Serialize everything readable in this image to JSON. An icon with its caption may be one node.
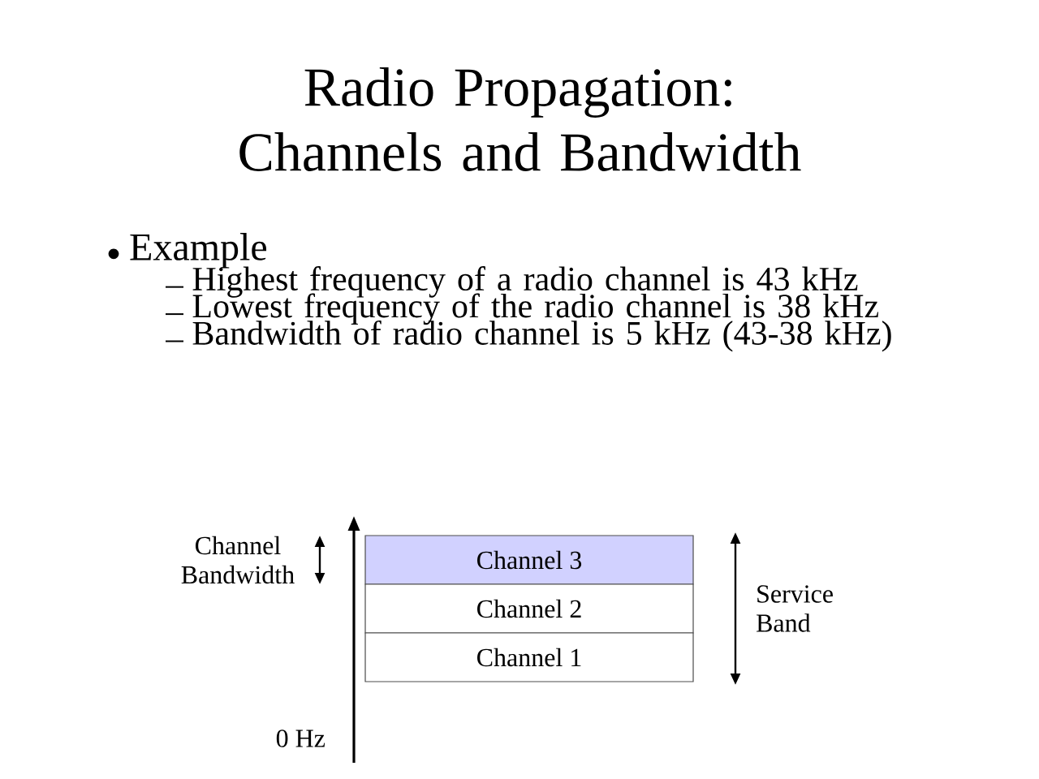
{
  "diagram": {
    "title": "Radio Propagation: Channels and Bandwidth",
    "nodes": [
      {
        "text": [
          "Channel 3"
        ]
      },
      {
        "text": [
          "Channel 2"
        ]
      },
      {
        "text": [
          "Channel 1"
        ]
      }
    ],
    "labels": [
      "Example",
      "Highest frequency of a radio channel is 43 kHz",
      "Lowest frequency of the radio channel is 38 kHz",
      "Bandwidth of radio channel is 5 kHz (43-38 kHz)",
      "Channel Bandwidth",
      "Service Band",
      "0 Hz"
    ]
  }
}
